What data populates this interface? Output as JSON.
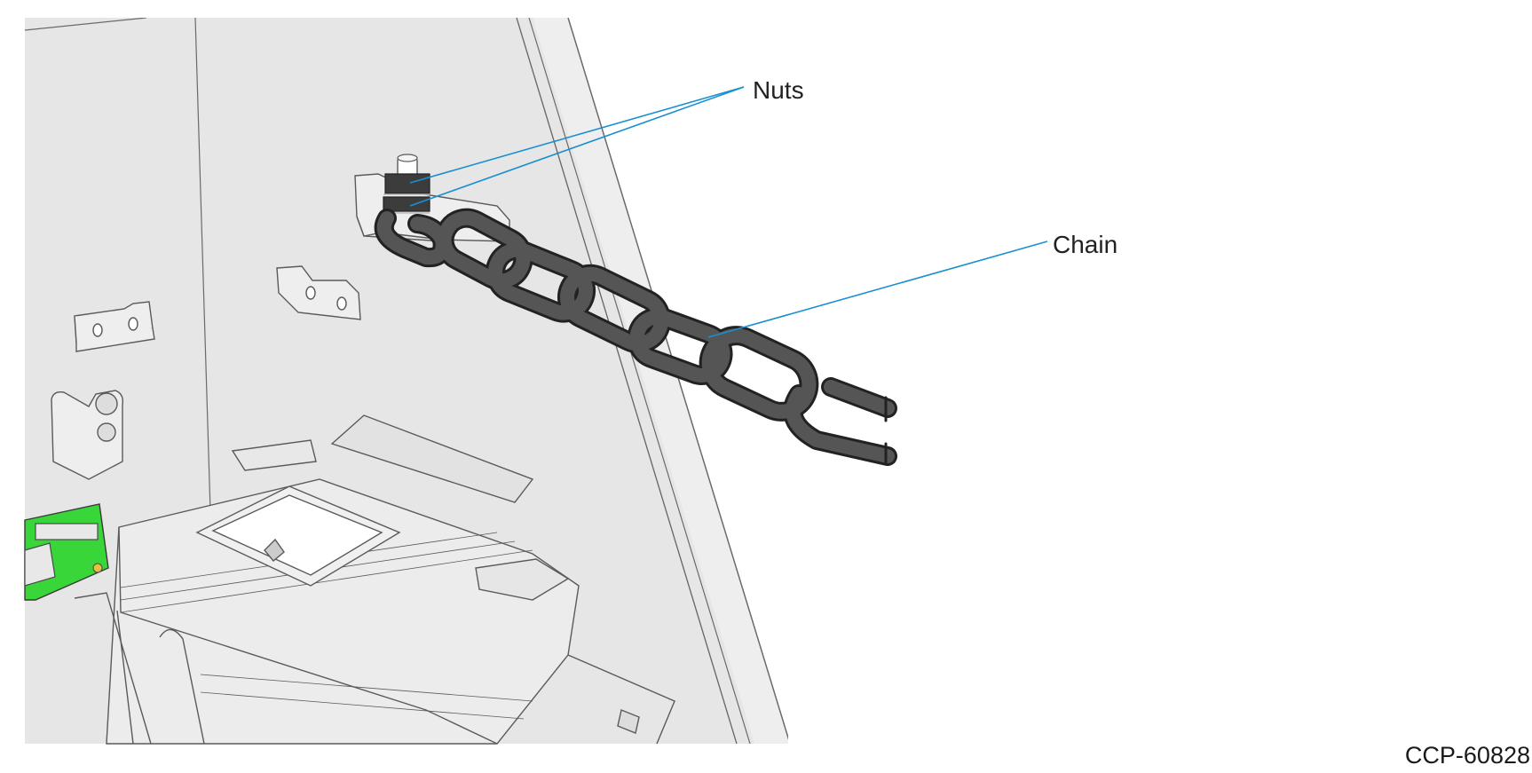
{
  "callouts": {
    "nuts": "Nuts",
    "chain": "Chain"
  },
  "figure_id": "CCP-60828",
  "colors": {
    "background": "#ffffff",
    "panel": "#e8e8e8",
    "outline": "#5a5a5a",
    "chain": "#4a4a4a",
    "callout_line": "#1a8fd0",
    "circuit_board": "#39d639"
  }
}
